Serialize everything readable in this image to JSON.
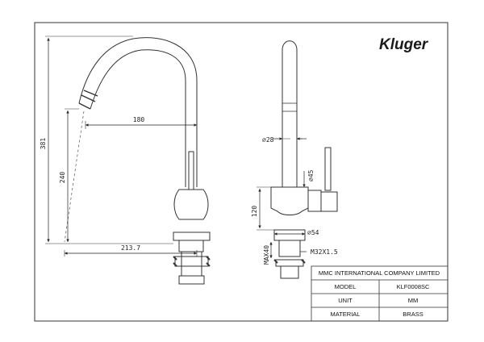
{
  "brand": {
    "logo_text": "Kluger"
  },
  "dimensions": {
    "side": {
      "overall_height": "381",
      "spout_height": "240",
      "spout_reach": "180",
      "base_reach": "213.7"
    },
    "front": {
      "spout_diameter": "⌀28",
      "body_diameter": "⌀45",
      "body_height": "120",
      "base_diameter": "⌀54",
      "thread": "M32X1.5",
      "max_deck": "MAX40"
    }
  },
  "title_block": {
    "company": "MMC INTERNATIONAL COMPANY LIMITED",
    "rows": [
      {
        "label": "MODEL",
        "value": "KLF0008SC"
      },
      {
        "label": "UNIT",
        "value": "MM"
      },
      {
        "label": "MATERIAL",
        "value": "BRASS"
      }
    ]
  }
}
